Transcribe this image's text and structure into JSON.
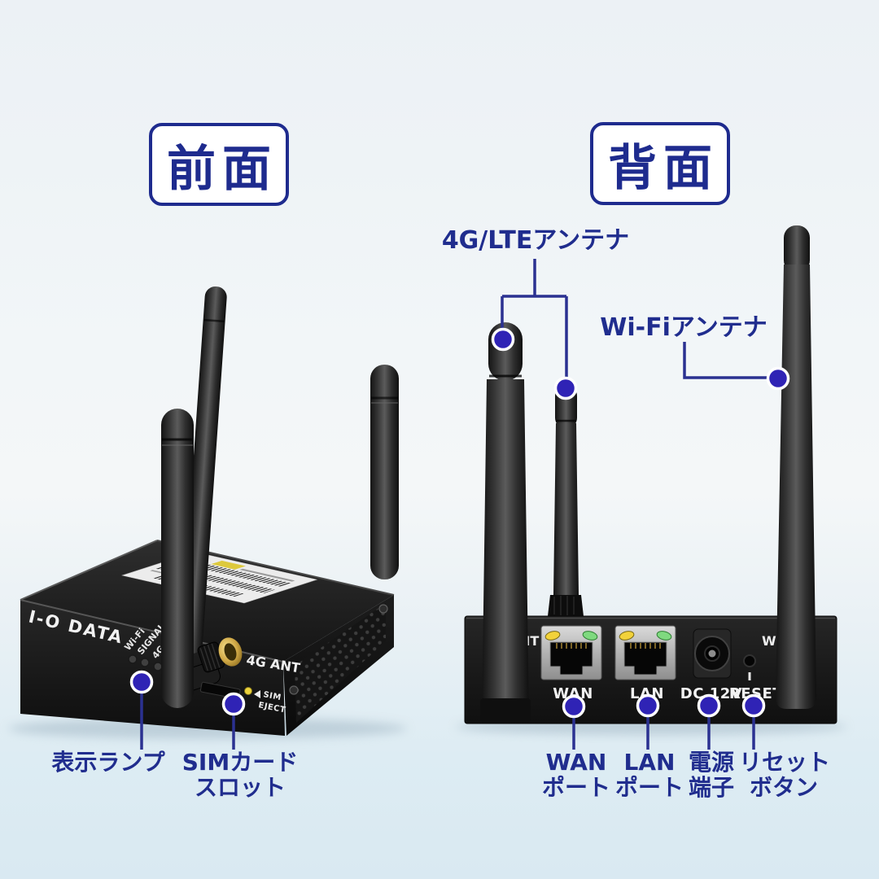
{
  "header": {
    "front_view": "前面",
    "rear_view": "背面"
  },
  "callouts": {
    "lte_antenna": "4G/LTEアンテナ",
    "wifi_antenna": "Wi-Fiアンテナ",
    "indicator_lamp": "表示ランプ",
    "sim_slot": [
      "SIMカード",
      "スロット"
    ],
    "wan_port": [
      "WAN",
      "ポート"
    ],
    "lan_port": [
      "LAN",
      "ポート"
    ],
    "power_jack": [
      "電源",
      "端子"
    ],
    "reset_button": [
      "リセット",
      "ボタン"
    ]
  },
  "front_device": {
    "brand": "I-O DATA",
    "led_labels": [
      "Wi-Fi",
      "SIGNAL",
      "4G"
    ],
    "ant_label": "4G ANT",
    "sim_label": "SIM",
    "eject_label": "EJECT"
  },
  "rear_device": {
    "ant_label_partial": "NT",
    "wifi_label_partial": "Wi",
    "wan": "WAN",
    "lan": "LAN",
    "dc": "DC 12V",
    "reset": "RESET"
  },
  "colors": {
    "label_navy": "#202d8e",
    "callout_line": "#2b3191",
    "callout_dot": "#2f23b5",
    "background_top": "#ecf1f5",
    "background_bottom": "#d9e9f2",
    "device_black": "#171717",
    "gold_connector": "#d0a845",
    "led_yellow": "#f2d23a",
    "led_green": "#7fd97f"
  }
}
